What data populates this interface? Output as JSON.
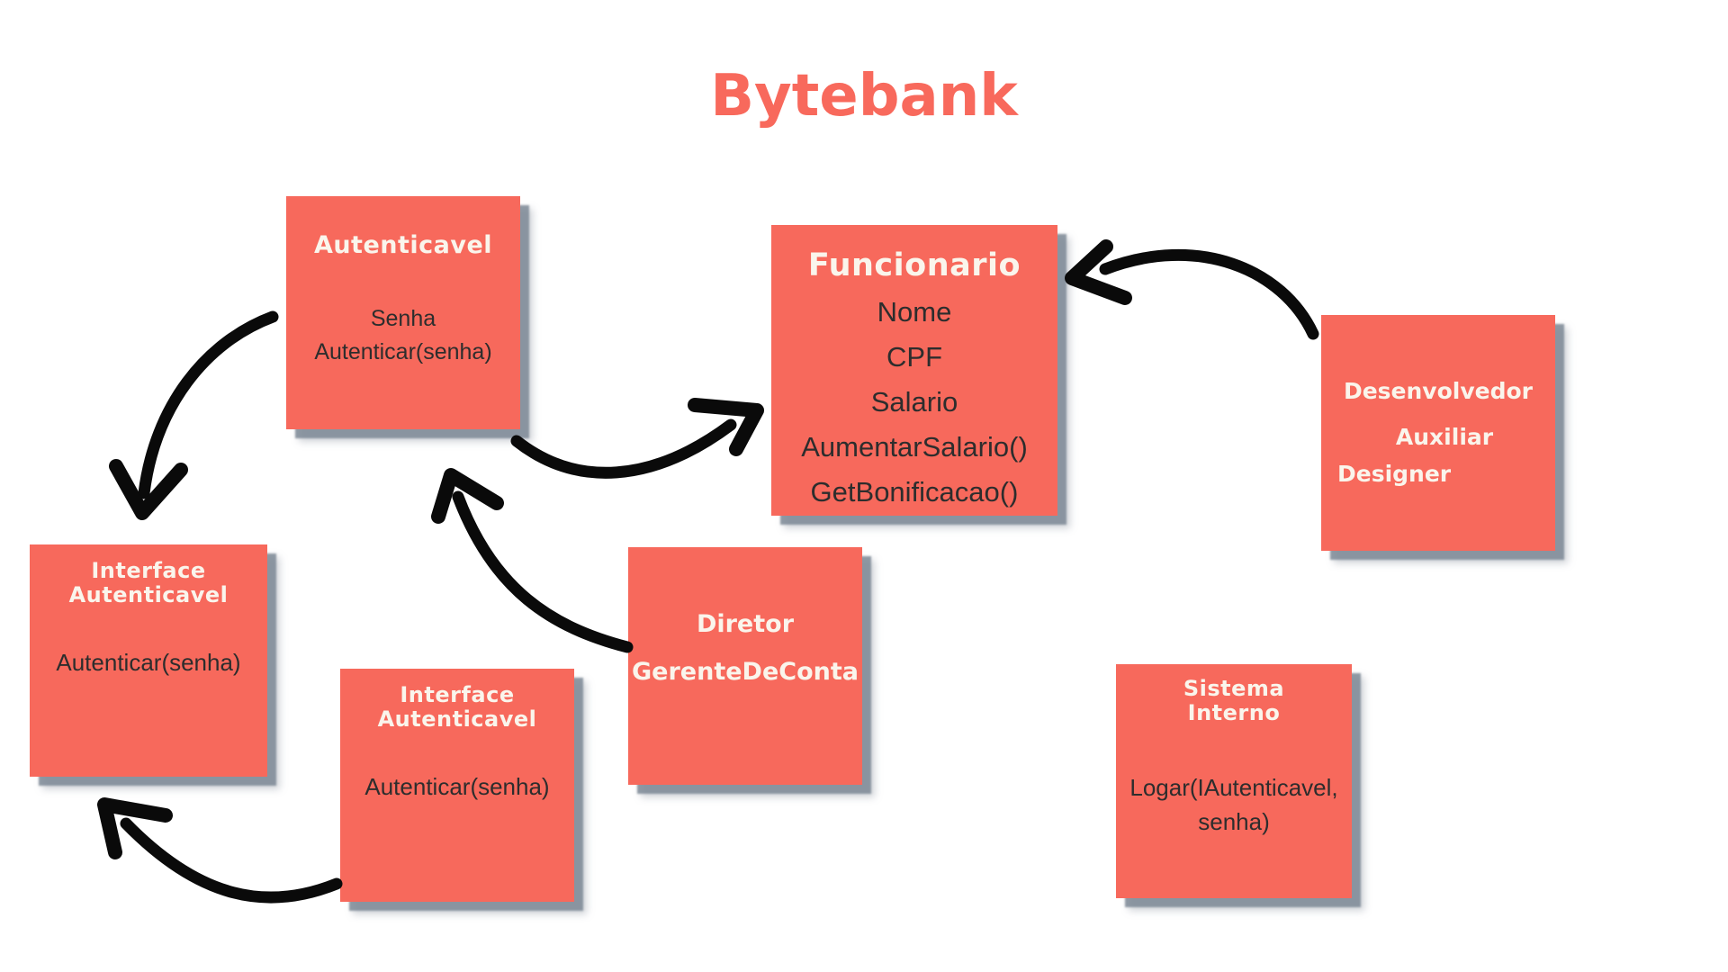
{
  "page": {
    "title": "Bytebank"
  },
  "colors": {
    "background": "#FFFFFF",
    "box_fill": "#F7695C",
    "box_shadow": "#7D8895",
    "box_title_text": "#FAF5EC",
    "box_body_text": "#2D2D2D",
    "page_title_text": "#F8695C",
    "arrow": "#0A0A0A"
  },
  "boxes": {
    "autenticavel": {
      "title_lines": [
        "Autenticavel"
      ],
      "body_lines": [
        "Senha",
        "Autenticar(senha)"
      ]
    },
    "funcionario": {
      "title_lines": [
        "Funcionario"
      ],
      "body_lines": [
        "Nome",
        "CPF",
        "Salario",
        "AumentarSalario()",
        "GetBonificacao()"
      ]
    },
    "desenvolvedor": {
      "title_lines": [
        "Desenvolvedor",
        "Auxiliar",
        "Designer"
      ],
      "body_lines": []
    },
    "interface_autenticavel_left": {
      "title_lines": [
        "Interface",
        "Autenticavel"
      ],
      "body_lines": [
        "Autenticar(senha)"
      ]
    },
    "interface_autenticavel_bottom": {
      "title_lines": [
        "Interface",
        "Autenticavel"
      ],
      "body_lines": [
        "Autenticar(senha)"
      ]
    },
    "diretor_gerente": {
      "title_lines": [
        "Diretor",
        "GerenteDeConta"
      ],
      "body_lines": []
    },
    "sistema_interno": {
      "title_lines": [
        "Sistema",
        "Interno"
      ],
      "body_lines": [
        "Logar(IAutenticavel,",
        "senha)"
      ]
    }
  },
  "arrows": [
    {
      "from": "Autenticavel",
      "to": "Interface Autenticavel (left)"
    },
    {
      "from": "Autenticavel",
      "to": "Funcionario"
    },
    {
      "from": "Diretor / GerenteDeConta",
      "to": "Autenticavel"
    },
    {
      "from": "Desenvolvedor",
      "to": "Funcionario"
    },
    {
      "from": "Interface Autenticavel (bottom)",
      "to": "Interface Autenticavel (left)"
    }
  ]
}
